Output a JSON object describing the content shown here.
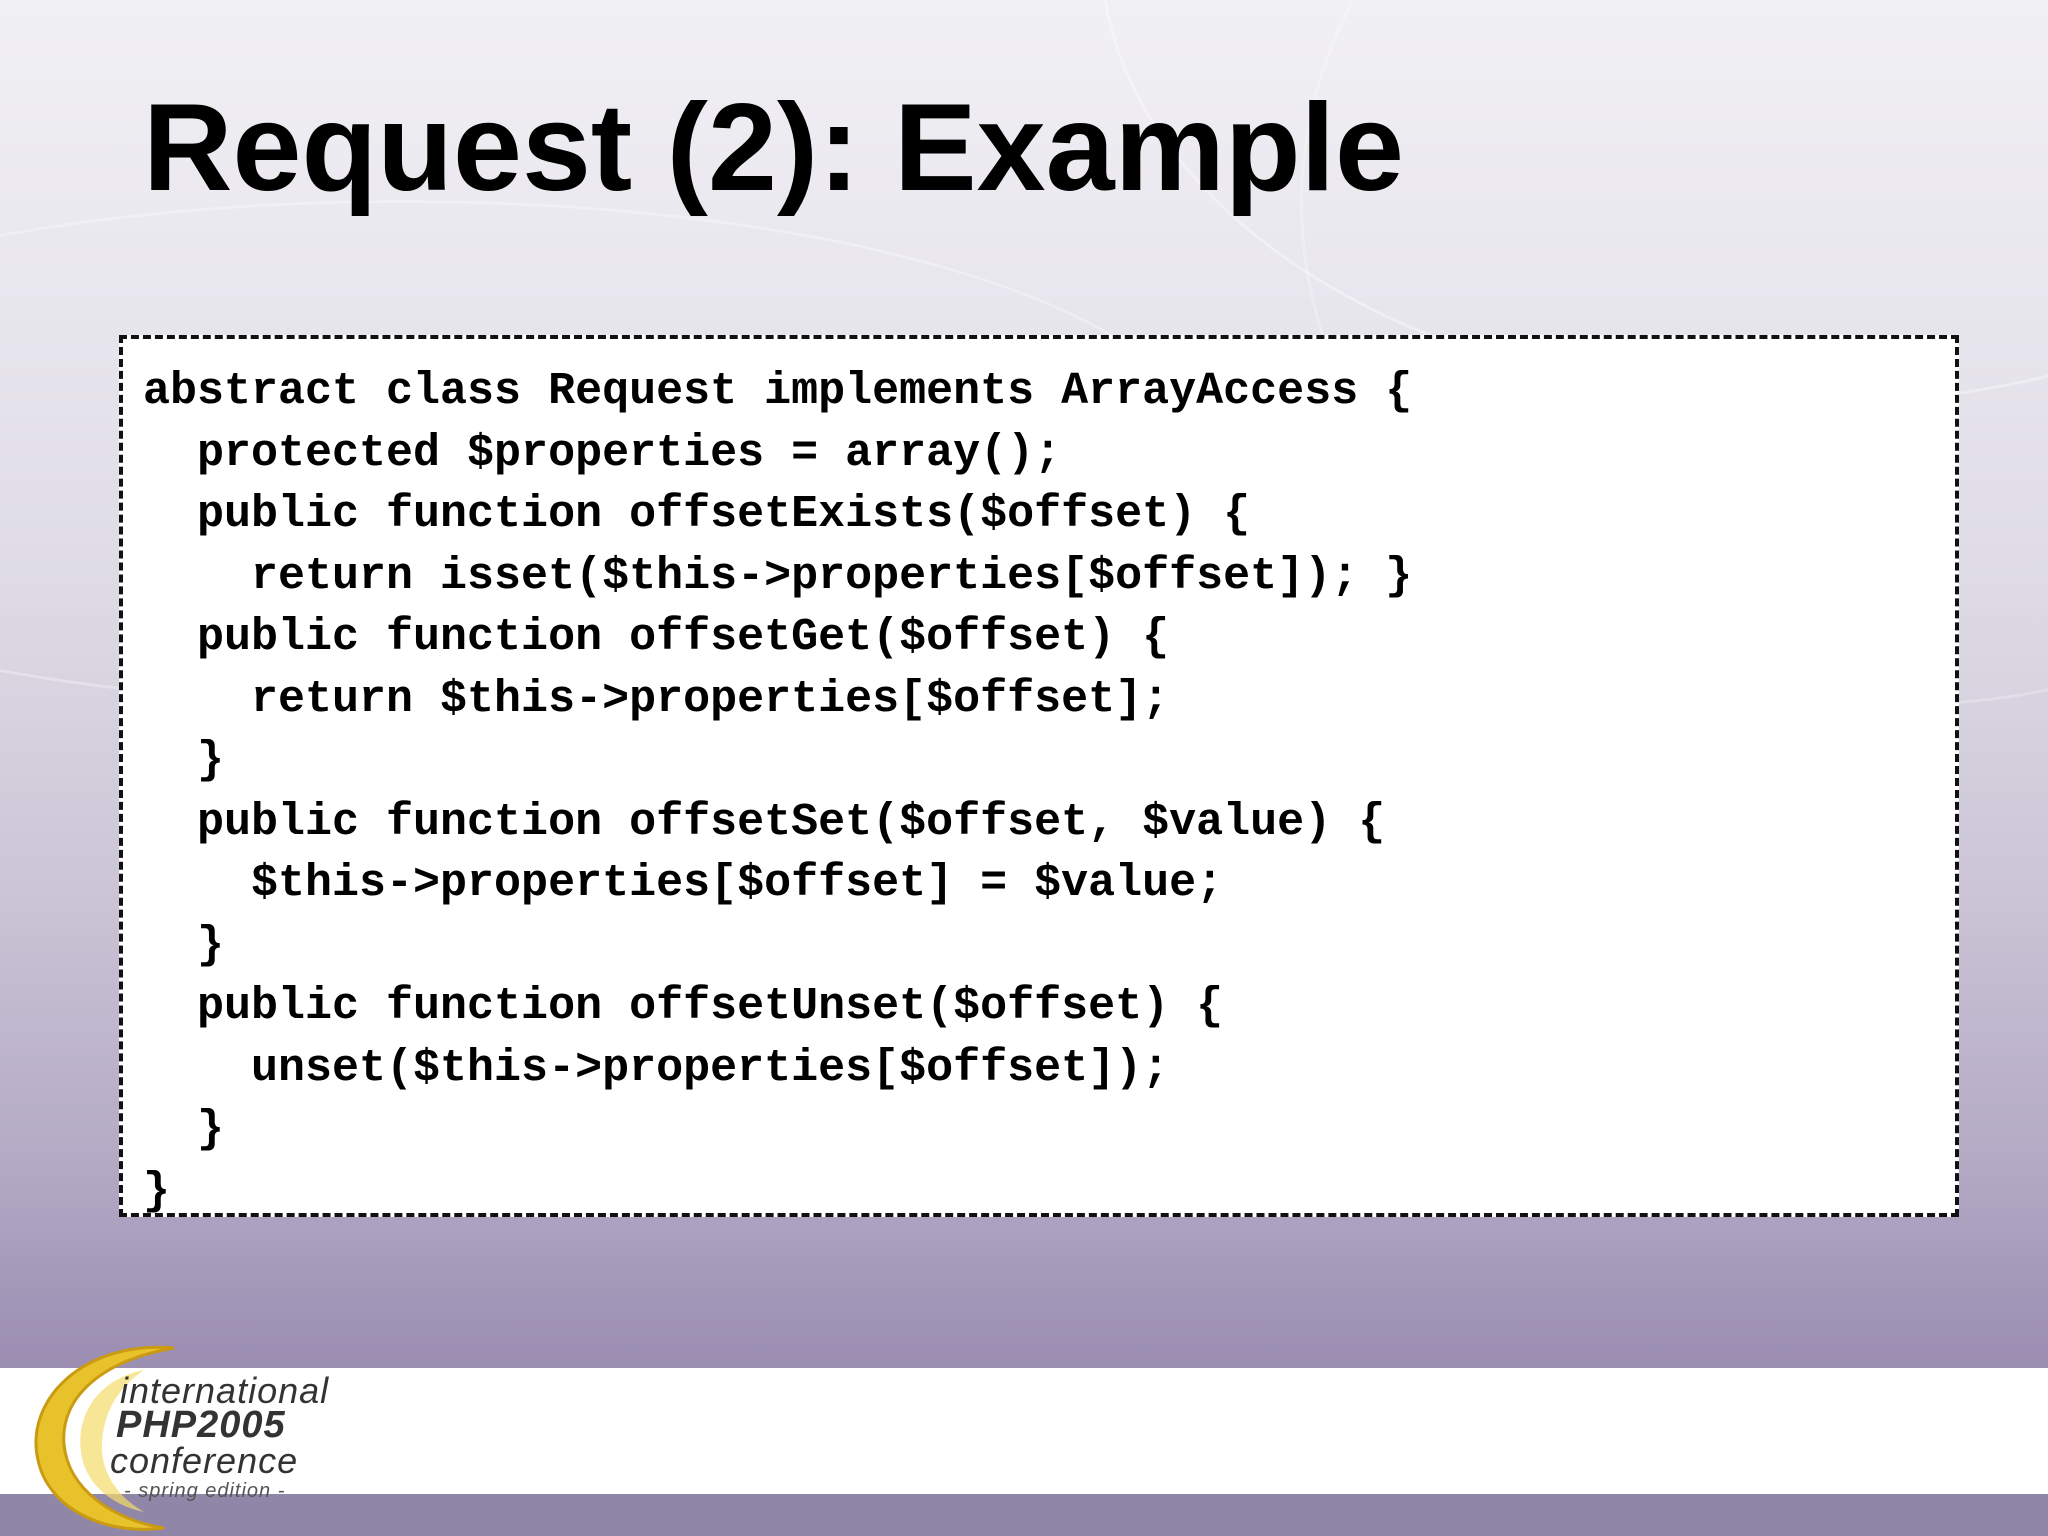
{
  "slide": {
    "title": "Request (2): Example"
  },
  "code": {
    "lines": [
      "abstract class Request implements ArrayAccess {",
      "  protected $properties = array();",
      "  public function offsetExists($offset) {",
      "    return isset($this->properties[$offset]); }",
      "  public function offsetGet($offset) {",
      "    return $this->properties[$offset];",
      "  }",
      "  public function offsetSet($offset, $value) {",
      "    $this->properties[$offset] = $value;",
      "  }",
      "  public function offsetUnset($offset) {",
      "    unset($this->properties[$offset]);",
      "  }",
      "}"
    ]
  },
  "logo": {
    "line1": "international",
    "line2": "PHP2005",
    "line3": "conference",
    "line4": "- spring edition -",
    "colors": {
      "arc": "#e8c22a",
      "arc_dark": "#c99a12"
    }
  },
  "colors": {
    "footer_strip": "#8f86a8",
    "code_background": "#ffffff"
  }
}
